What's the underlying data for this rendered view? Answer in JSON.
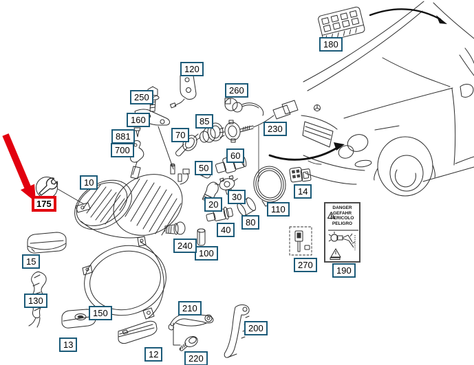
{
  "diagram": {
    "kind": "exploded-parts-diagram",
    "highlighted_part_number": "175"
  },
  "colors": {
    "label_border": "#1b5a78",
    "highlight_red": "#e2000f",
    "line_art": "#2a2a2a",
    "background": "#ffffff"
  },
  "icons": {
    "wrench_icon": "wrench-in-circle",
    "red_arrow": "pointer-arrow",
    "curved_arrow": "install-direction-arrow"
  },
  "parts": [
    {
      "number": "10",
      "highlighted": false
    },
    {
      "number": "12",
      "highlighted": false
    },
    {
      "number": "13",
      "highlighted": false
    },
    {
      "number": "14",
      "highlighted": false
    },
    {
      "number": "15",
      "highlighted": false
    },
    {
      "number": "20",
      "highlighted": false
    },
    {
      "number": "30",
      "highlighted": false
    },
    {
      "number": "40",
      "highlighted": false
    },
    {
      "number": "50",
      "highlighted": false
    },
    {
      "number": "60",
      "highlighted": false
    },
    {
      "number": "70",
      "highlighted": false
    },
    {
      "number": "80",
      "highlighted": false
    },
    {
      "number": "85",
      "highlighted": false
    },
    {
      "number": "100",
      "highlighted": false
    },
    {
      "number": "110",
      "highlighted": false
    },
    {
      "number": "120",
      "highlighted": false
    },
    {
      "number": "130",
      "highlighted": false
    },
    {
      "number": "150",
      "highlighted": false
    },
    {
      "number": "160",
      "highlighted": false
    },
    {
      "number": "175",
      "highlighted": true
    },
    {
      "number": "180",
      "highlighted": false
    },
    {
      "number": "190",
      "highlighted": false
    },
    {
      "number": "200",
      "highlighted": false
    },
    {
      "number": "210",
      "highlighted": false
    },
    {
      "number": "220",
      "highlighted": false
    },
    {
      "number": "230",
      "highlighted": false
    },
    {
      "number": "240",
      "highlighted": false
    },
    {
      "number": "250",
      "highlighted": false
    },
    {
      "number": "260",
      "highlighted": false
    },
    {
      "number": "270",
      "highlighted": false
    },
    {
      "number": "700",
      "highlighted": false
    },
    {
      "number": "881",
      "highlighted": false
    }
  ],
  "danger_sticker": {
    "lines": [
      "DANGER",
      "GEFAHR",
      "PERICOLO",
      "PELIGRO"
    ]
  }
}
